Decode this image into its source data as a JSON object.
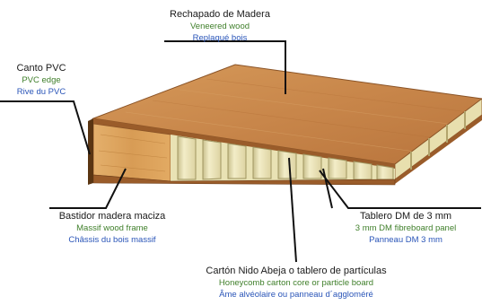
{
  "colors": {
    "spanish_text": "#1a1a1a",
    "english_text": "#3f7f2a",
    "french_text": "#2a55b8",
    "veneer": "#c8894a",
    "veneer_dark": "#8a5326",
    "frame_wood": "#d9a35f",
    "honeycomb": "#e9e2b4",
    "leader_line": "#111111"
  },
  "labels": {
    "veneer": {
      "es": "Rechapado de Madera",
      "en": "Veneered wood",
      "fr": "Replaqué bois"
    },
    "pvc_edge": {
      "es": "Canto PVC",
      "en": "PVC edge",
      "fr": "Rive du PVC"
    },
    "frame": {
      "es": "Bastidor madera maciza",
      "en": "Massif wood frame",
      "fr": "Châssis du bois massif"
    },
    "dm_panel": {
      "es": "Tablero DM de 3 mm",
      "en": "3 mm DM fibreboard panel",
      "fr": "Panneau DM 3 mm"
    },
    "core": {
      "es": "Cartón Nido Abeja o tablero de partículas",
      "en": "Honeycomb carton core  or particle board",
      "fr": "Âme alvéolaire  ou panneau d´aggloméré"
    }
  }
}
